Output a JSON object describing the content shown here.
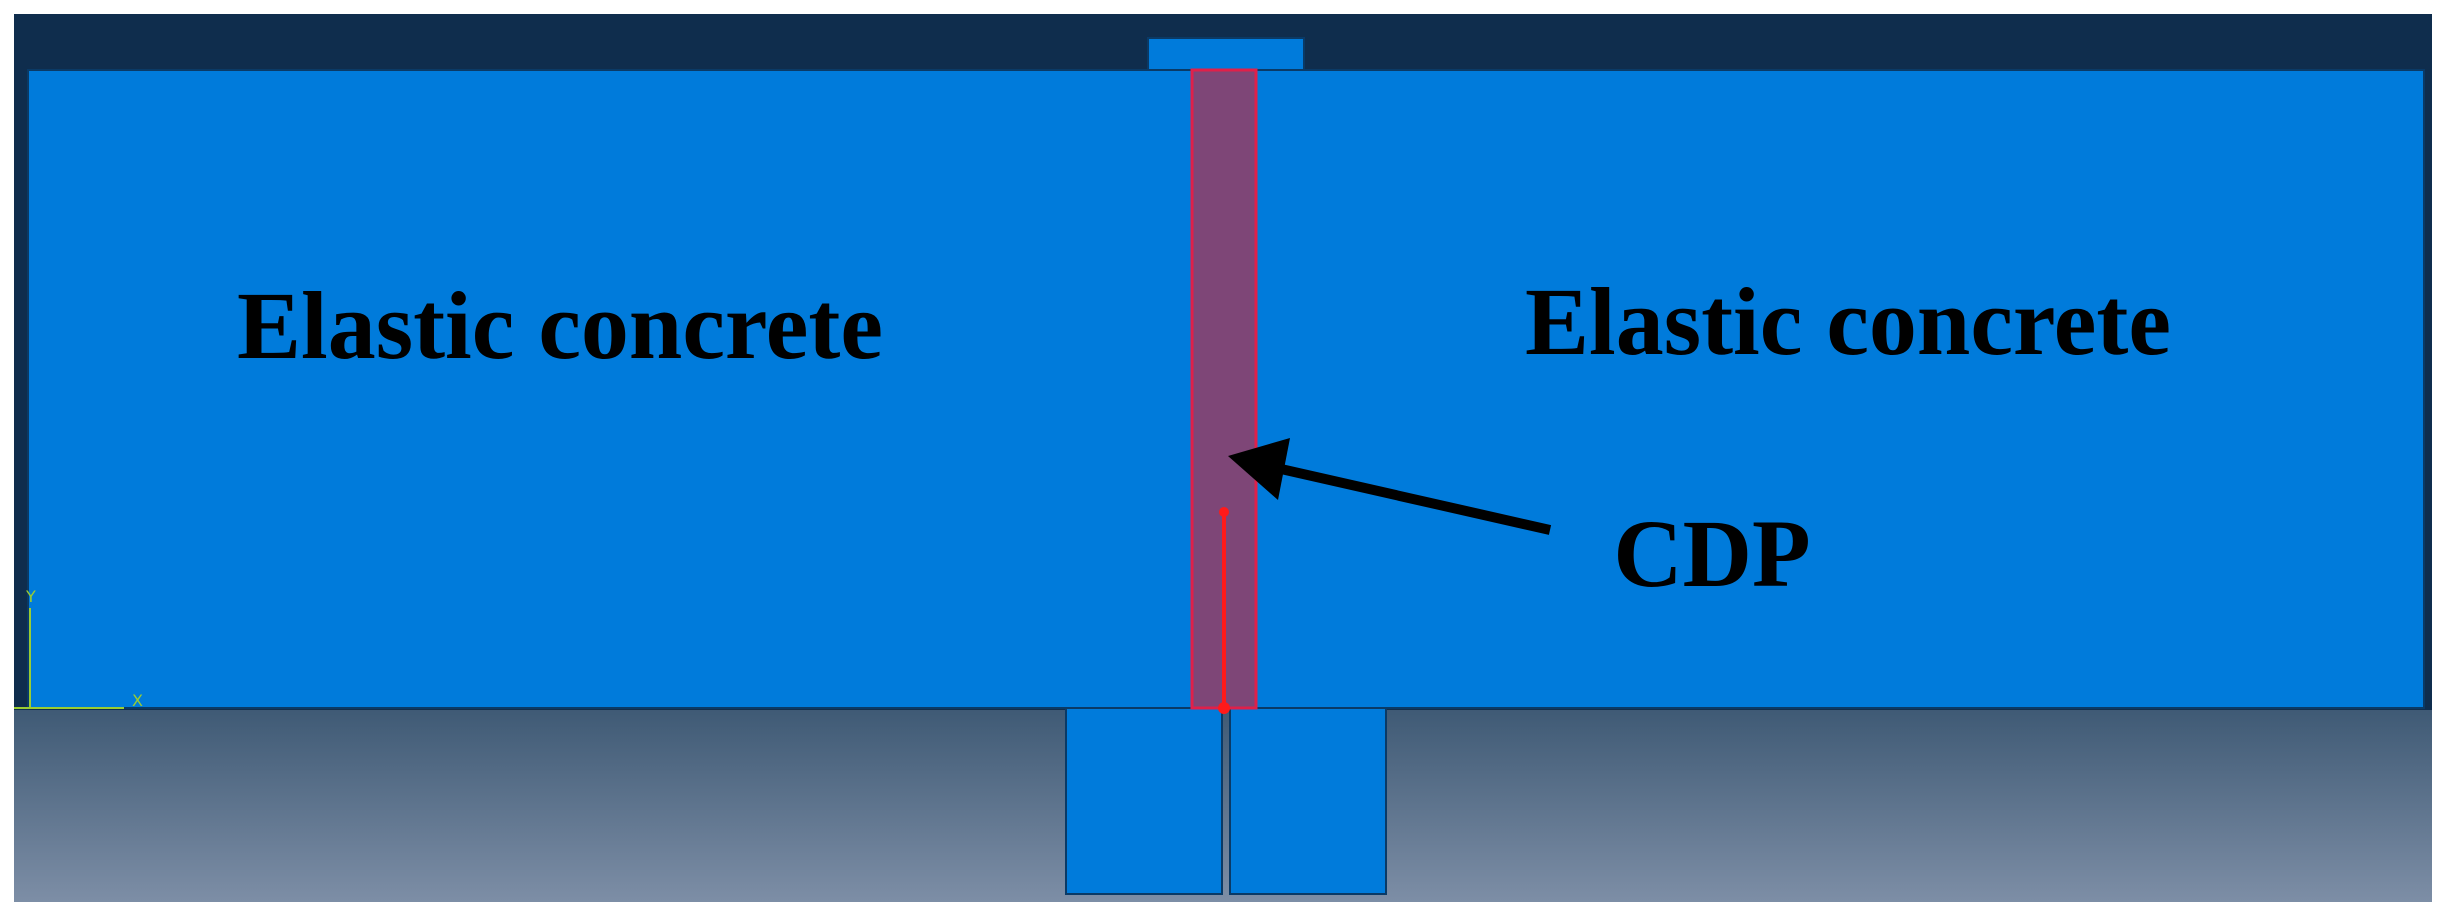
{
  "labels": {
    "left_region": "Elastic concrete",
    "right_region": "Elastic concrete",
    "cdp_zone": "CDP"
  },
  "triad": {
    "y_axis": "Y",
    "x_axis": "X"
  },
  "colors": {
    "background_top": "#0f2d4d",
    "background_bottom_top": "#3f5a75",
    "background_bottom_bottom": "#7d8ea6",
    "concrete_fill": "#007bdb",
    "cdp_fill": "#7e4677",
    "cdp_outline": "#e0204a",
    "crack": "#ff1a1a",
    "arrow": "#000000",
    "triad": "#9acd32"
  }
}
